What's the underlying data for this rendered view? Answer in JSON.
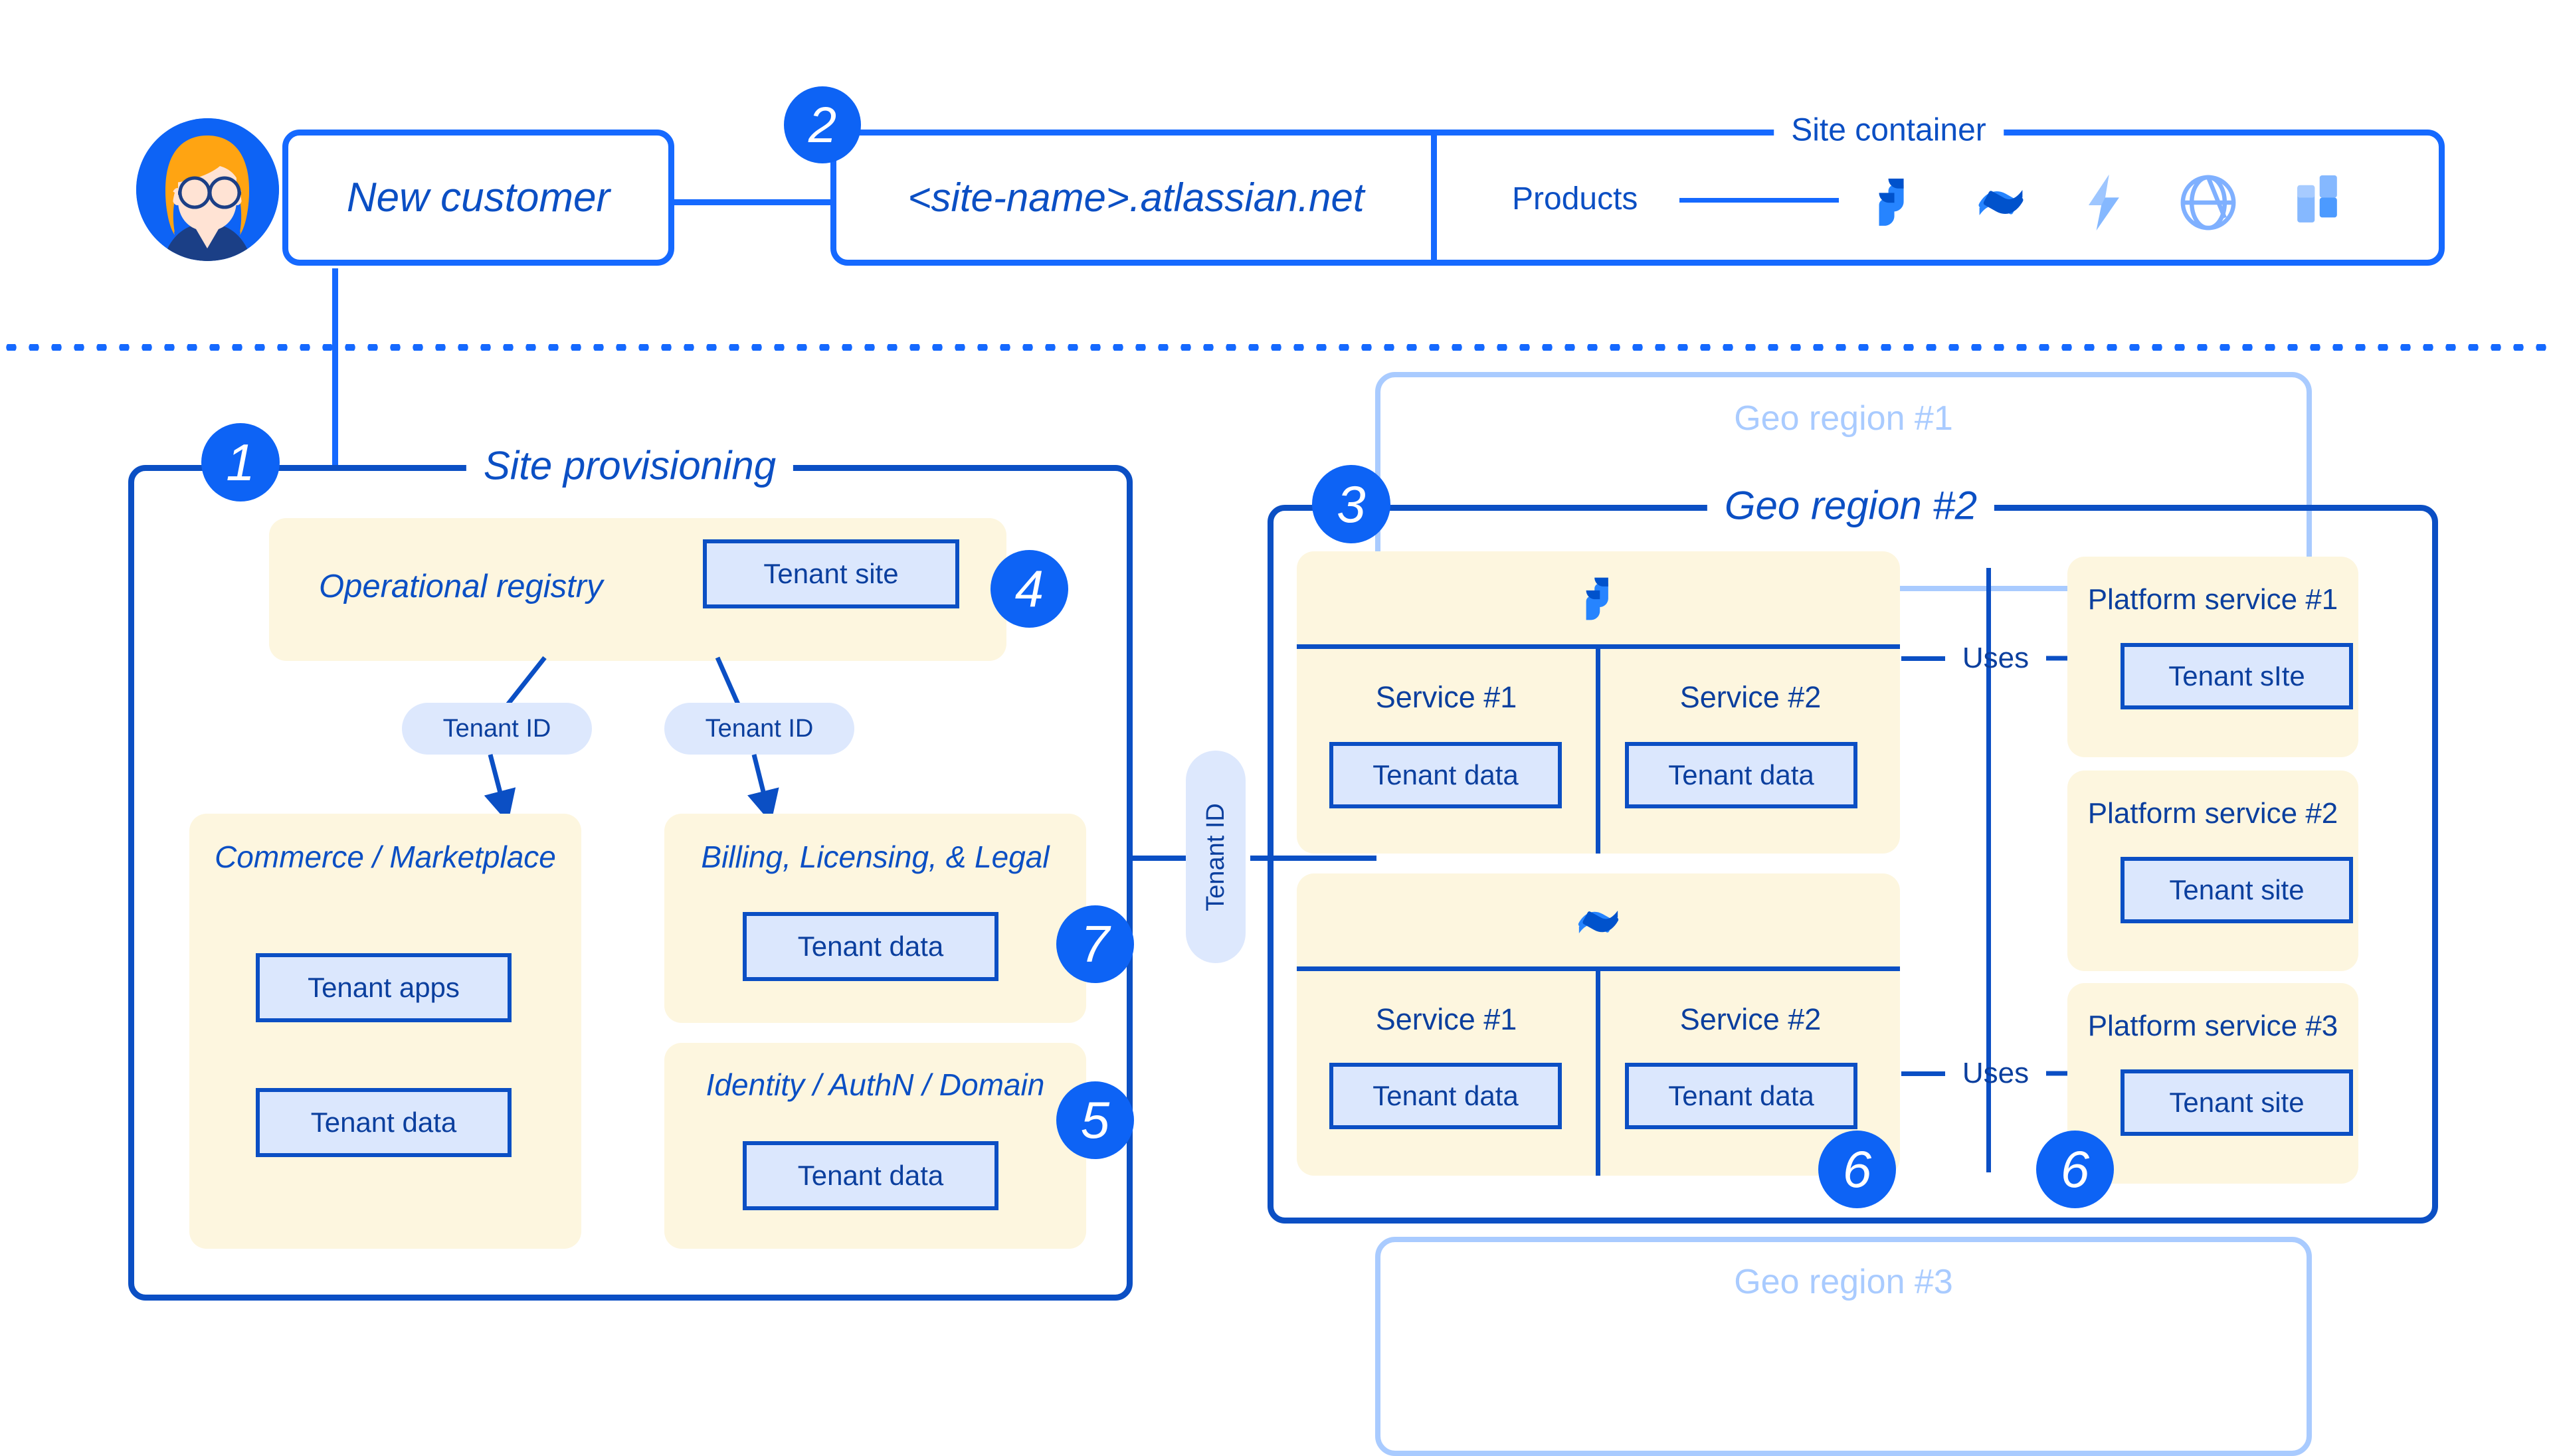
{
  "diagram": {
    "title": "Atlassian cloud tenancy / site provisioning architecture",
    "colors": {
      "accent_blue": "#1569ff",
      "deep_blue": "#0b4fc4",
      "text_navy": "#0b3f9e",
      "cream": "#fdf6df",
      "chip_blue": "#dbe7fd",
      "ghost_blue": "#a9cbff",
      "badge_blue": "#0d63f5",
      "avatar_hair": "#ffa412",
      "avatar_skin": "#ffe3d4"
    }
  },
  "top": {
    "customer": {
      "label": "New customer",
      "avatar_name": "customer-avatar"
    },
    "site": {
      "url": "<site-name>.atlassian.net",
      "container_title": "Site container",
      "products_label": "Products",
      "products": [
        {
          "name": "jira-icon",
          "title": "Jira"
        },
        {
          "name": "confluence-icon",
          "title": "Confluence"
        },
        {
          "name": "bitbucket-icon",
          "title": "Bitbucket"
        },
        {
          "name": "compass-icon",
          "title": "Compass"
        },
        {
          "name": "trello-icon",
          "title": "Trello"
        }
      ]
    }
  },
  "badges": {
    "one": "1",
    "two": "2",
    "three": "3",
    "four": "4",
    "five": "5",
    "six_a": "6",
    "six_b": "6",
    "seven": "7"
  },
  "provisioning": {
    "title": "Site provisioning",
    "registry": {
      "label": "Operational registry",
      "tenant_site": "Tenant site"
    },
    "tenant_id_left": "Tenant ID",
    "tenant_id_right": "Tenant ID",
    "commerce": {
      "title": "Commerce / Marketplace",
      "boxes": [
        "Tenant apps",
        "Tenant data"
      ]
    },
    "billing": {
      "title": "Billing, Licensing, & Legal",
      "boxes": [
        "Tenant data"
      ]
    },
    "identity": {
      "title": "Identity / AuthN / Domain",
      "boxes": [
        "Tenant data"
      ]
    }
  },
  "bus": {
    "tenant_id": "Tenant ID"
  },
  "regions": {
    "ghost_top": "Geo region #1",
    "active": "Geo region #2",
    "ghost_bottom": "Geo region #3",
    "product_blocks": [
      {
        "icon": "jira-icon",
        "services": [
          {
            "label": "Service #1",
            "box": "Tenant data"
          },
          {
            "label": "Service #2",
            "box": "Tenant data"
          }
        ]
      },
      {
        "icon": "confluence-icon",
        "services": [
          {
            "label": "Service #1",
            "box": "Tenant data"
          },
          {
            "label": "Service #2",
            "box": "Tenant data"
          }
        ]
      }
    ],
    "uses_label_top": "Uses",
    "uses_label_bottom": "Uses",
    "platform_services": [
      {
        "title": "Platform service #1",
        "box": "Tenant sIte"
      },
      {
        "title": "Platform service #2",
        "box": "Tenant site"
      },
      {
        "title": "Platform service #3",
        "box": "Tenant site"
      }
    ]
  }
}
